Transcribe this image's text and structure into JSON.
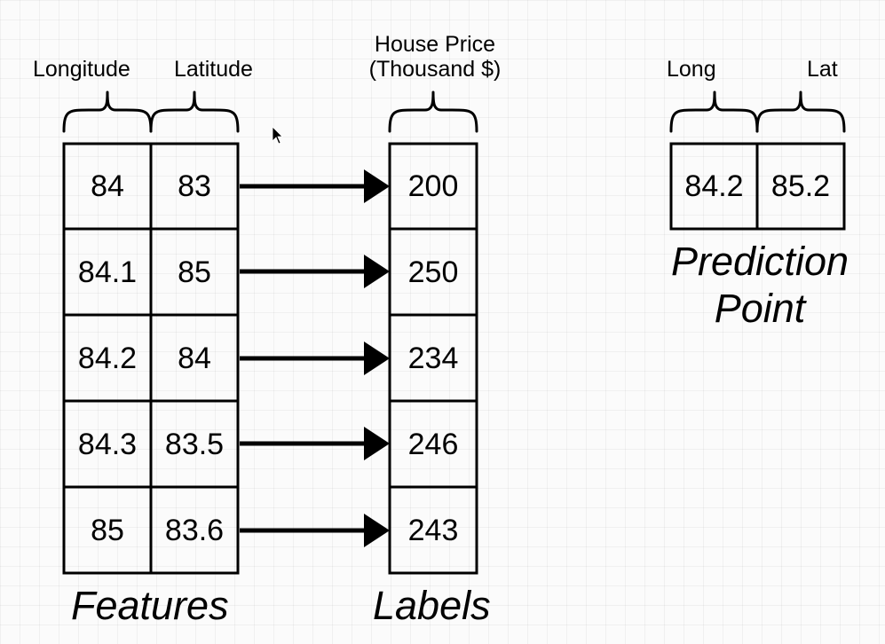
{
  "features": {
    "columns": [
      "Longitude",
      "Latitude"
    ],
    "rows": [
      [
        "84",
        "83"
      ],
      [
        "84.1",
        "85"
      ],
      [
        "84.2",
        "84"
      ],
      [
        "84.3",
        "83.5"
      ],
      [
        "85",
        "83.6"
      ]
    ],
    "caption": "Features"
  },
  "labels": {
    "header_line1": "House Price",
    "header_line2": "(Thousand $)",
    "values": [
      "200",
      "250",
      "234",
      "246",
      "243"
    ],
    "caption": "Labels"
  },
  "prediction": {
    "columns": [
      "Long",
      "Lat"
    ],
    "values": [
      "84.2",
      "85.2"
    ],
    "caption_line1": "Prediction",
    "caption_line2": "Point"
  },
  "icons": {
    "cursor": "mouse-pointer-icon",
    "braces": "curly-brace-icon",
    "arrows": "right-arrow-icon"
  }
}
